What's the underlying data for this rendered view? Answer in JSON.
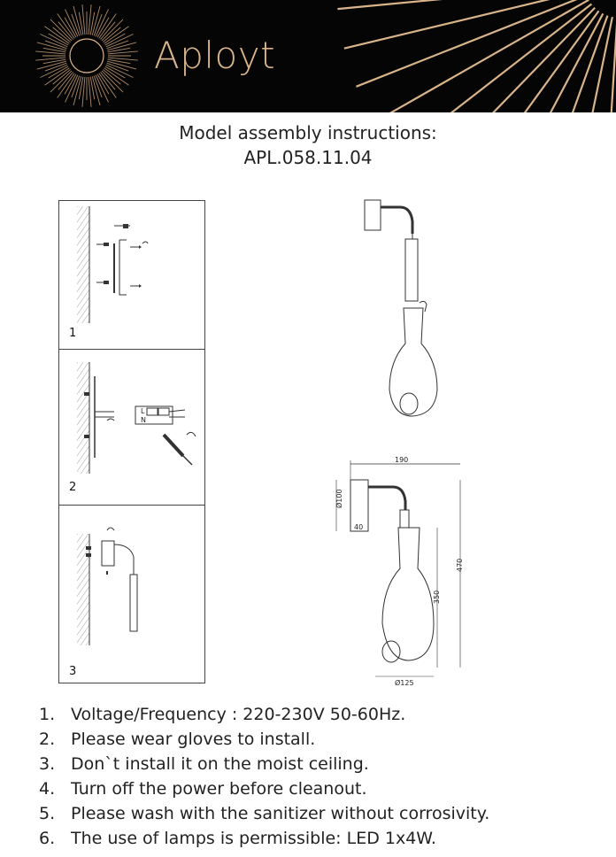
{
  "brand": {
    "name": "Aployt"
  },
  "header": {
    "background": "#050505",
    "accent": "#d9b48a"
  },
  "title": {
    "line1": "Model assembly instructions:",
    "line2": "APL.058.11.04"
  },
  "steps": [
    {
      "number": "1"
    },
    {
      "number": "2"
    },
    {
      "number": "3"
    }
  ],
  "wiring": {
    "terminal_l": "L",
    "terminal_n": "N"
  },
  "dimensions": {
    "width": "190",
    "canopy_diameter": "Ø100",
    "canopy_depth": "40",
    "total_height": "470",
    "shade_height": "350",
    "shade_diameter": "Ø125"
  },
  "notes": [
    {
      "number": "1.",
      "text": "Voltage/Frequency : 220-230V 50-60Hz."
    },
    {
      "number": "2.",
      "text": "Please wear gloves to install."
    },
    {
      "number": "3.",
      "text": "Don`t install it on the moist ceiling."
    },
    {
      "number": "4.",
      "text": "Turn off the power before cleanout."
    },
    {
      "number": "5.",
      "text": "Please wash with the sanitizer without corrosivity."
    },
    {
      "number": "6.",
      "text": "The use of lamps is permissible: LED 1x4W."
    }
  ]
}
